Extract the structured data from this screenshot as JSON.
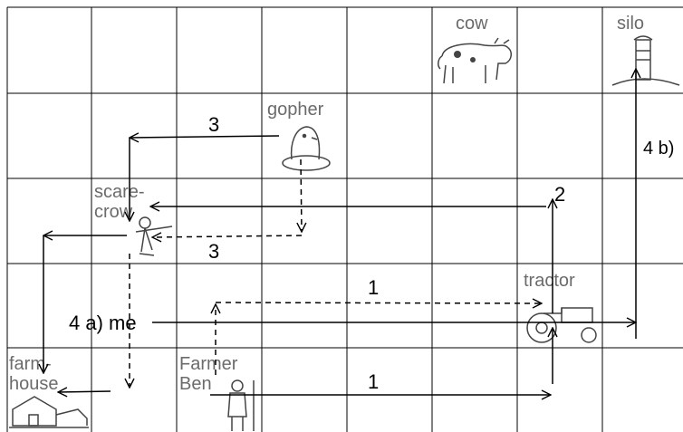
{
  "cells": {
    "cow": "cow",
    "silo": "silo",
    "gopher": "gopher",
    "scarecrow_line1": "scare-",
    "scarecrow_line2": "crow",
    "tractor": "tractor",
    "farmhouse_line1": "farm-",
    "farmhouse_line2": "house",
    "farmer_line1": "Farmer",
    "farmer_line2": "Ben"
  },
  "annotations": {
    "path_3_top": "3",
    "path_3_dashed": "3",
    "path_2": "2",
    "path_1_upper": "1",
    "path_1_lower": "1",
    "label_4a": "4 a) me",
    "label_4b": "4 b)"
  },
  "colors": {
    "grid": "#000000",
    "label_gray": "#6b6b6b",
    "ink": "#000000"
  },
  "icons": [
    "cow-icon",
    "silo-icon",
    "gopher-icon",
    "scarecrow-icon",
    "tractor-icon",
    "farmhouse-icon",
    "farmer-icon"
  ]
}
